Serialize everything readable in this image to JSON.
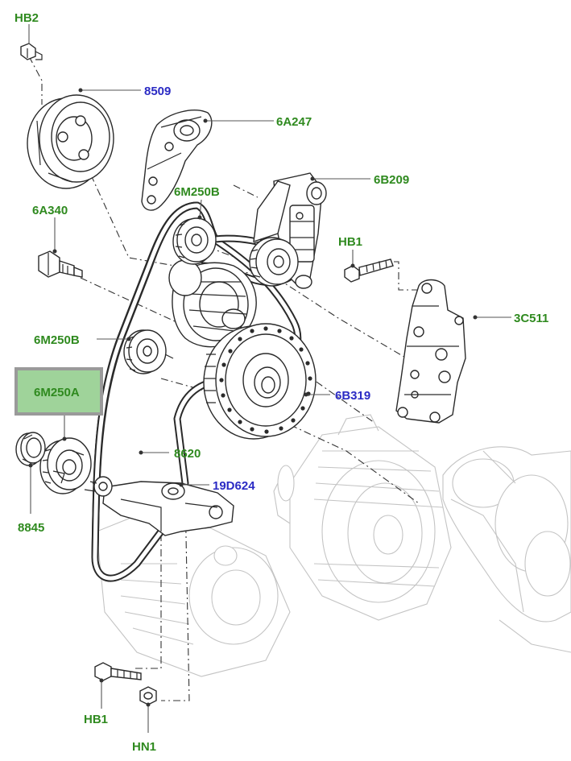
{
  "labels": {
    "hb2_top": "HB2",
    "p8509": "8509",
    "p6a247": "6A247",
    "p6b209": "6B209",
    "p6m250b_top": "6M250B",
    "p6a340": "6A340",
    "hb1_right": "HB1",
    "p3c511": "3C511",
    "p6m250b_mid": "6M250B",
    "p6b319": "6B319",
    "p6m250a": "6M250A",
    "p8620": "8620",
    "p19d624": "19D624",
    "p8845": "8845",
    "hb1_bottom": "HB1",
    "hn1": "HN1"
  },
  "colors": {
    "label_green": "#2f8a1f",
    "label_blue": "#2b2bc4",
    "highlight_fill": "#9fd39a",
    "highlight_border": "#9a9a9a"
  }
}
